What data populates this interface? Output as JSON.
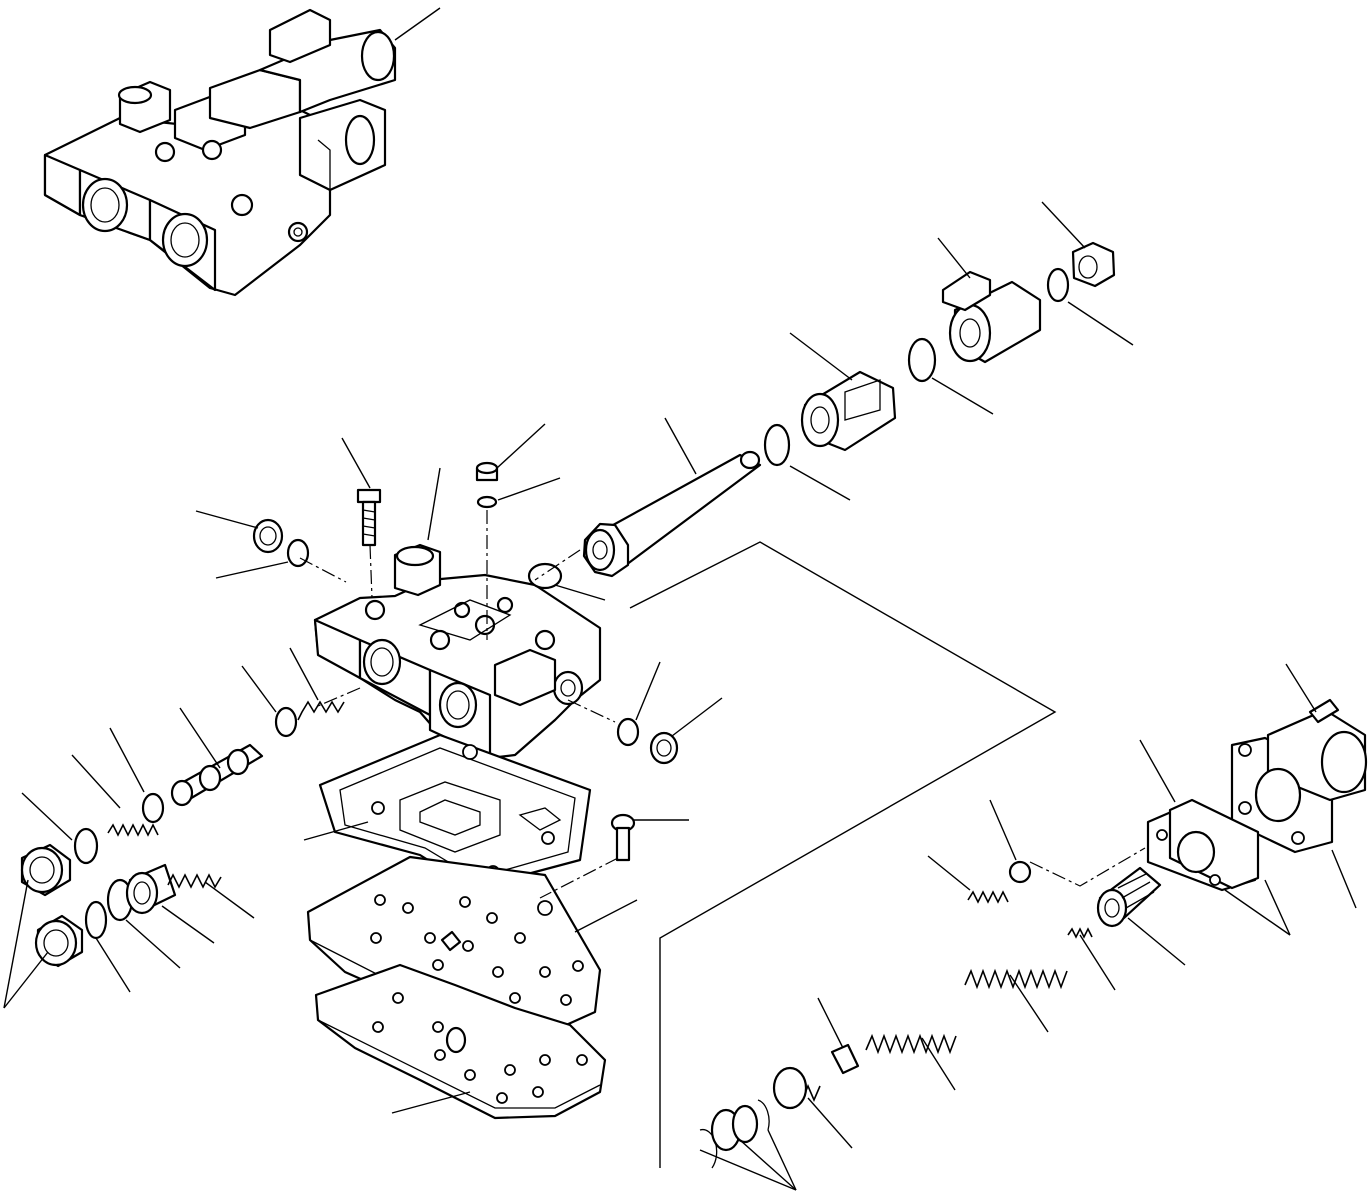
{
  "diagram": {
    "title": "",
    "colors": {
      "line": "#000000",
      "paper": "#ffffff"
    },
    "components": [
      {
        "id": "assembled-valve"
      },
      {
        "id": "valve-body"
      },
      {
        "id": "gasket"
      },
      {
        "id": "separator-plate"
      },
      {
        "id": "lower-gasket"
      },
      {
        "id": "solenoid-tube"
      },
      {
        "id": "solenoid-sleeve"
      },
      {
        "id": "solenoid-coil"
      },
      {
        "id": "lock-nut"
      },
      {
        "id": "mounting-bolt"
      },
      {
        "id": "cap-bolt"
      },
      {
        "id": "orifice-plug"
      },
      {
        "id": "plug-left-upper"
      },
      {
        "id": "plug-right"
      },
      {
        "id": "spool-valve"
      },
      {
        "id": "end-plugs"
      },
      {
        "id": "actuator-housing"
      },
      {
        "id": "cover-gaskets"
      },
      {
        "id": "small-spring"
      },
      {
        "id": "ball"
      },
      {
        "id": "piston"
      },
      {
        "id": "large-spring-a"
      },
      {
        "id": "large-spring-b"
      },
      {
        "id": "pin"
      },
      {
        "id": "retainer"
      },
      {
        "id": "snap-ring-set"
      }
    ]
  }
}
